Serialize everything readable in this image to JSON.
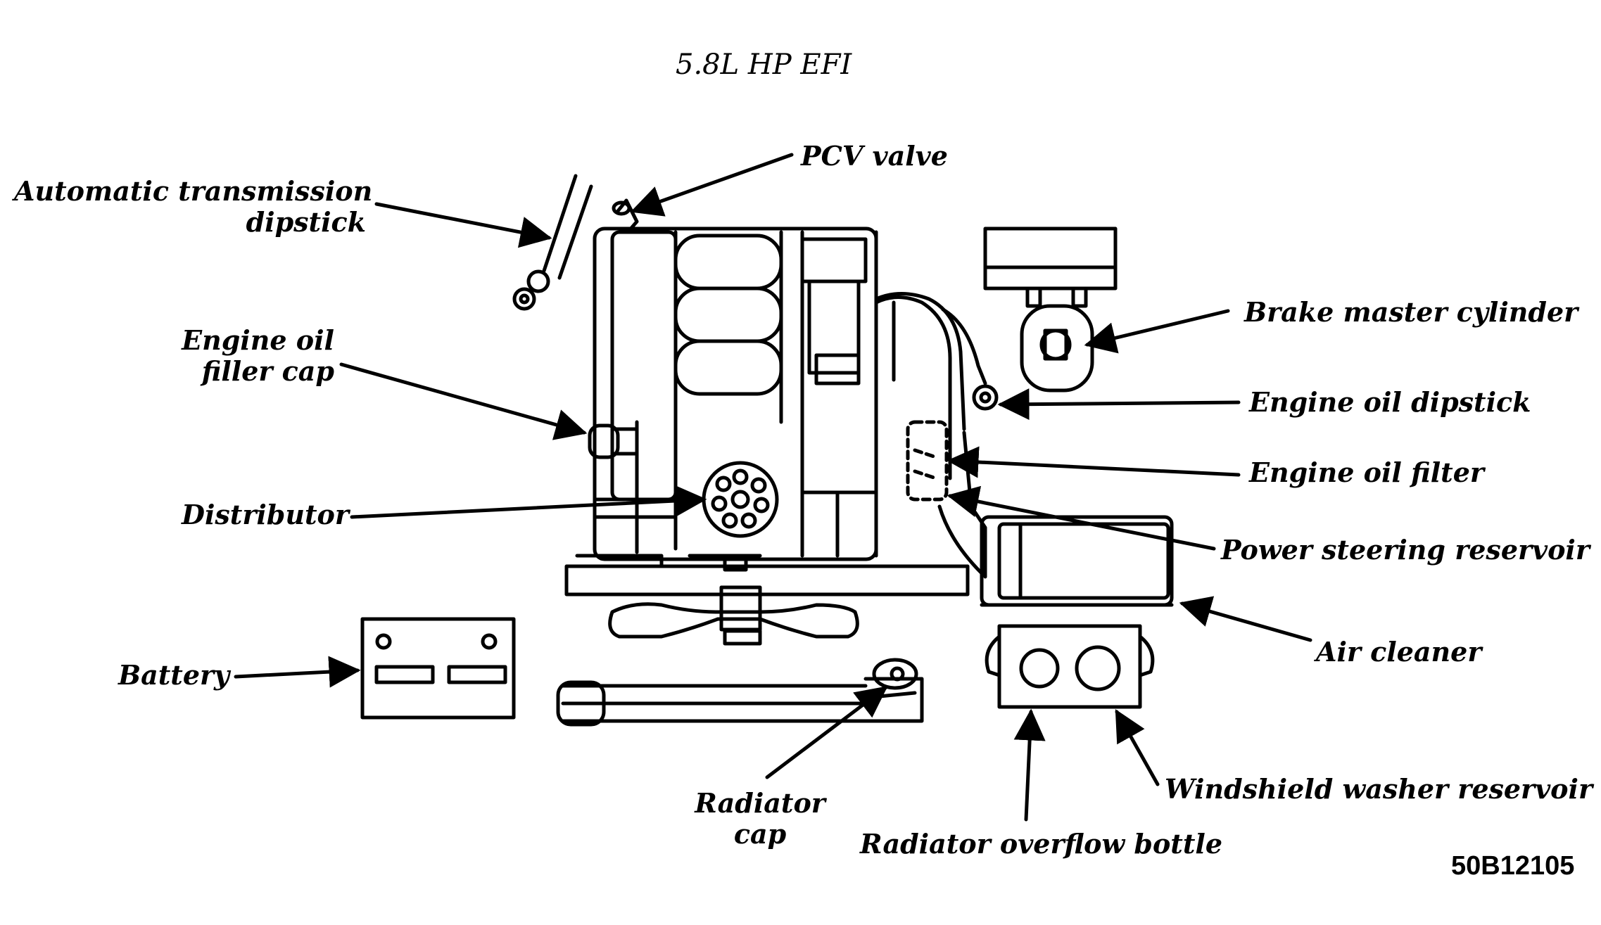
{
  "diagram": {
    "title": "5.8L HP EFI",
    "figure_code": "50B12105",
    "labels": {
      "pcv_valve": "PCV valve",
      "auto_trans_dipstick": [
        "Automatic transmission",
        "dipstick"
      ],
      "engine_oil_filler_cap": [
        "Engine oil",
        "filler cap"
      ],
      "distributor": "Distributor",
      "battery": "Battery",
      "radiator_cap": [
        "Radiator",
        "cap"
      ],
      "brake_master_cylinder": "Brake master cylinder",
      "engine_oil_dipstick": "Engine oil dipstick",
      "engine_oil_filter": "Engine oil filter",
      "power_steering_reservoir": "Power steering reservoir",
      "air_cleaner": "Air cleaner",
      "windshield_washer_reservoir": "Windshield washer reservoir",
      "radiator_overflow_bottle": "Radiator overflow bottle"
    }
  }
}
